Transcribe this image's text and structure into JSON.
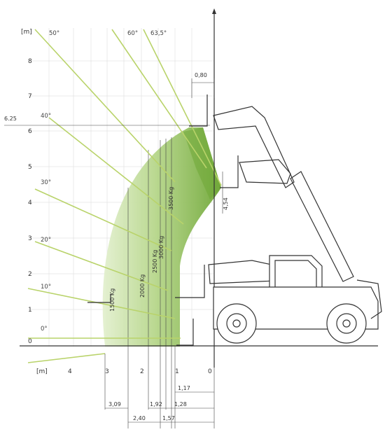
{
  "axis": {
    "y_unit": "[m]",
    "x_unit": "[m]",
    "y_ticks": [
      "0",
      "1",
      "2",
      "3",
      "4",
      "5",
      "6",
      "7",
      "8"
    ],
    "x_ticks": [
      "4",
      "3",
      "2",
      "1",
      "0"
    ],
    "height_marker": "6.25"
  },
  "angles": [
    "50°",
    "60°",
    "63,5°",
    "40°",
    "30°",
    "20°",
    "10°",
    "0°"
  ],
  "load_zones": [
    "1500 Kg",
    "2000 Kg",
    "2500 Kg",
    "3000 Kg",
    "3500 Kg"
  ],
  "dimensions": [
    "0,80",
    "4,54",
    "1,17",
    "1,28",
    "1,92",
    "1,57",
    "2,40",
    "3,09"
  ],
  "colors": {
    "zone_dark": "#7fb23f",
    "zone_light": "#c9e2a3",
    "rays": "#b9d36a",
    "grid": "#d7d7d7"
  }
}
